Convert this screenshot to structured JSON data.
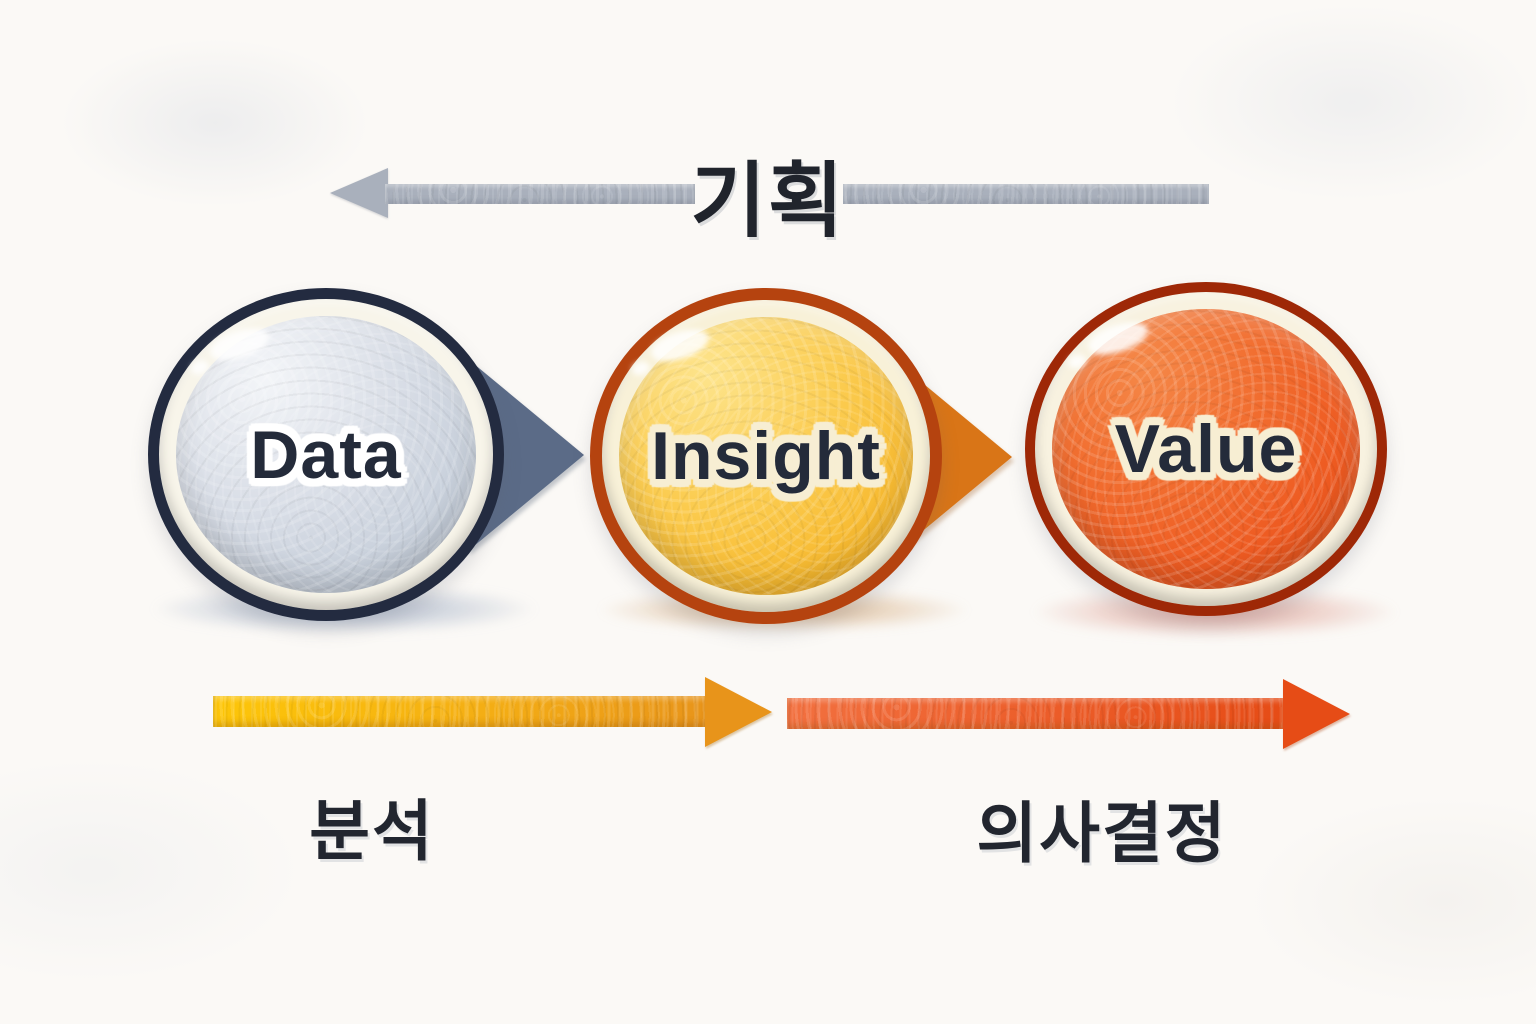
{
  "background_color": "#fbf9f6",
  "top_flow": {
    "label": "기획",
    "direction": "left",
    "arrow_color": "#a9b0bc",
    "label_color": "#20242c"
  },
  "nodes": [
    {
      "id": "data",
      "label": "Data",
      "ring_color": "#232b40",
      "fill_color": "#cfd6e1",
      "inner_ring_color": "#f8f5ea",
      "label_outline_color": "#ffffff",
      "connector_color": "#5b6b87",
      "shadow_color": "#8294b2"
    },
    {
      "id": "insight",
      "label": "Insight",
      "ring_color": "#b5430f",
      "fill_color": "#fbcb4e",
      "inner_ring_color": "#f8f1d8",
      "label_outline_color": "#f7eed3",
      "connector_color": "#d97517",
      "shadow_color": "#be8246"
    },
    {
      "id": "value",
      "label": "Value",
      "ring_color": "#9e2807",
      "fill_color": "#ef5f26",
      "inner_ring_color": "#f8f2e0",
      "label_outline_color": "#f7eed3",
      "connector_color": null,
      "shadow_color": "#cd6e5f"
    }
  ],
  "bottom_flows": [
    {
      "label": "분석",
      "direction": "right",
      "color_start": "#fdc608",
      "color_end": "#e8941a",
      "label_color": "#22262f"
    },
    {
      "label": "의사결정",
      "direction": "right",
      "color_start": "#f2703f",
      "color_end": "#e64c16",
      "label_color": "#22262f"
    }
  ]
}
